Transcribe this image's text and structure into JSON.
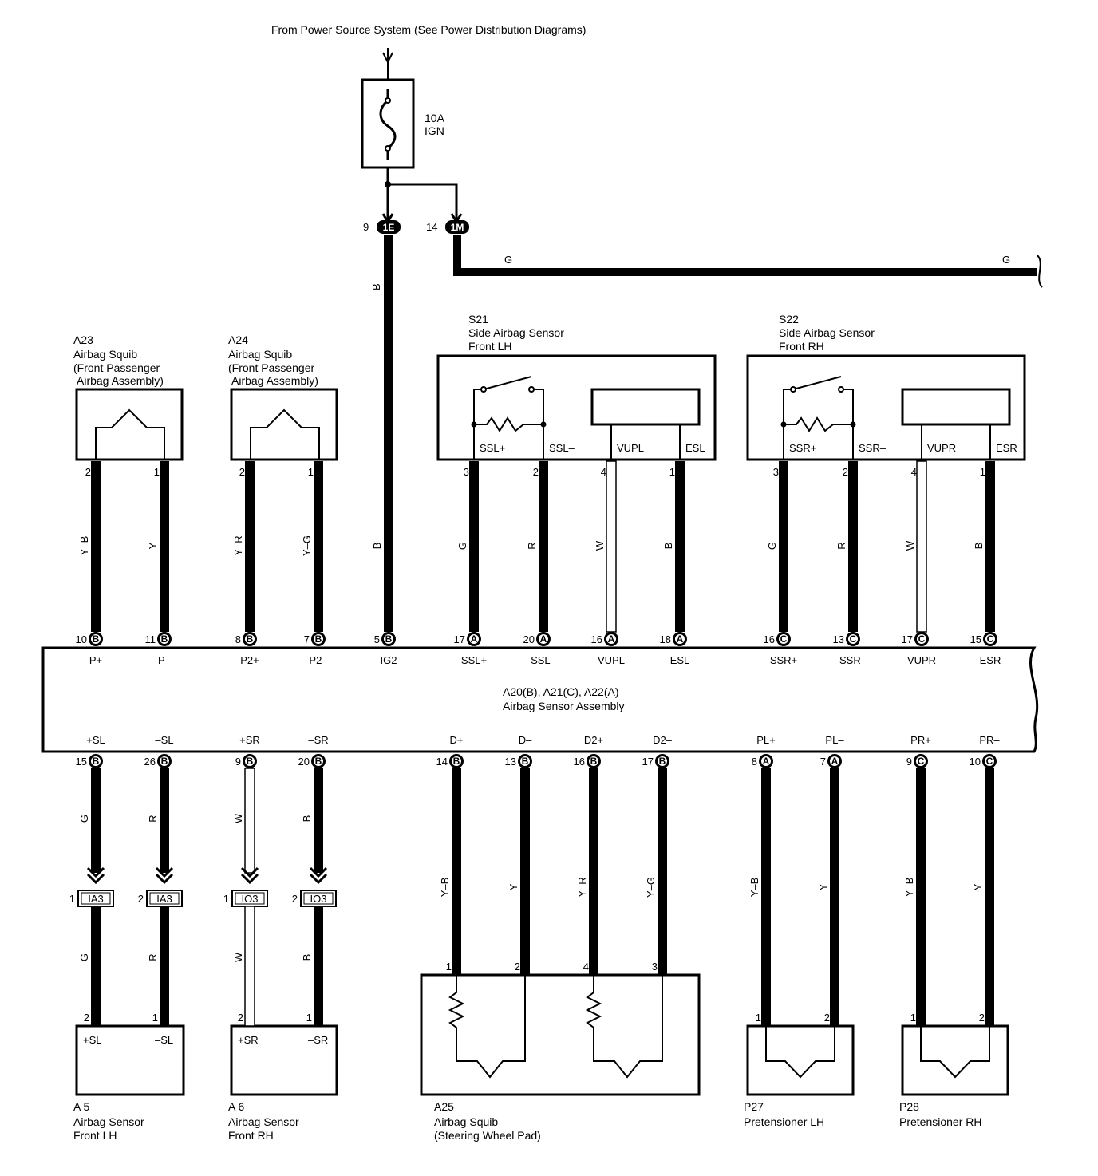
{
  "header": "From Power Source System (See Power Distribution Diagrams)",
  "fuse": {
    "rating": "10A",
    "name": "IGN"
  },
  "junctions": [
    {
      "pin": "9",
      "code": "1E"
    },
    {
      "pin": "14",
      "code": "1M"
    }
  ],
  "wire_g_labels": [
    "G",
    "G"
  ],
  "ig_wire_color": "B",
  "top_components": [
    {
      "id": "A23",
      "name": "Airbag Squib",
      "desc1": "(Front Passenger",
      "desc2": "Airbag Assembly)"
    },
    {
      "id": "A24",
      "name": "Airbag Squib",
      "desc1": "(Front Passenger",
      "desc2": "Airbag Assembly)"
    }
  ],
  "side_sensors": [
    {
      "id": "S21",
      "name": "Side Airbag Sensor",
      "pos": "Front LH",
      "terms": [
        "SSL+",
        "SSL–",
        "VUPL",
        "ESL"
      ]
    },
    {
      "id": "S22",
      "name": "Side Airbag Sensor",
      "pos": "Front RH",
      "terms": [
        "SSR+",
        "SSR–",
        "VUPR",
        "ESR"
      ]
    }
  ],
  "top_wires": [
    {
      "name": "a23-pin2",
      "pin": "2",
      "color": "Y–B",
      "ecu_pin": "10",
      "conn": "B",
      "term": "P+"
    },
    {
      "name": "a23-pin1",
      "pin": "1",
      "color": "Y",
      "ecu_pin": "11",
      "conn": "B",
      "term": "P–"
    },
    {
      "name": "a24-pin2",
      "pin": "2",
      "color": "Y–R",
      "ecu_pin": "8",
      "conn": "B",
      "term": "P2+"
    },
    {
      "name": "a24-pin1",
      "pin": "1",
      "color": "Y–G",
      "ecu_pin": "7",
      "conn": "B",
      "term": "P2–"
    },
    {
      "name": "ig2",
      "pin": "",
      "color": "B",
      "ecu_pin": "5",
      "conn": "B",
      "term": "IG2"
    },
    {
      "name": "s21-pin3",
      "pin": "3",
      "color": "G",
      "ecu_pin": "17",
      "conn": "A",
      "term": "SSL+"
    },
    {
      "name": "s21-pin2",
      "pin": "2",
      "color": "R",
      "ecu_pin": "20",
      "conn": "A",
      "term": "SSL–"
    },
    {
      "name": "s21-pin4",
      "pin": "4",
      "color": "W",
      "ecu_pin": "16",
      "conn": "A",
      "term": "VUPL"
    },
    {
      "name": "s21-pin1",
      "pin": "1",
      "color": "B",
      "ecu_pin": "18",
      "conn": "A",
      "term": "ESL"
    },
    {
      "name": "s22-pin3",
      "pin": "3",
      "color": "G",
      "ecu_pin": "16",
      "conn": "C",
      "term": "SSR+"
    },
    {
      "name": "s22-pin2",
      "pin": "2",
      "color": "R",
      "ecu_pin": "13",
      "conn": "C",
      "term": "SSR–"
    },
    {
      "name": "s22-pin4",
      "pin": "4",
      "color": "W",
      "ecu_pin": "17",
      "conn": "C",
      "term": "VUPR"
    },
    {
      "name": "s22-pin1",
      "pin": "1",
      "color": "B",
      "ecu_pin": "15",
      "conn": "C",
      "term": "ESR"
    }
  ],
  "ecu": {
    "line1": "A20(B), A21(C), A22(A)",
    "line2": "Airbag Sensor Assembly"
  },
  "bottom_wires": [
    {
      "name": "plus-sl",
      "term": "+SL",
      "ecu_pin": "15",
      "conn": "B",
      "color1": "G",
      "jpin": "1",
      "jcode": "IA3",
      "color2": "G",
      "dev_pin": "2"
    },
    {
      "name": "minus-sl",
      "term": "–SL",
      "ecu_pin": "26",
      "conn": "B",
      "color1": "R",
      "jpin": "2",
      "jcode": "IA3",
      "color2": "R",
      "dev_pin": "1"
    },
    {
      "name": "plus-sr",
      "term": "+SR",
      "ecu_pin": "9",
      "conn": "B",
      "color1": "W",
      "jpin": "1",
      "jcode": "IO3",
      "color2": "W",
      "dev_pin": "2"
    },
    {
      "name": "minus-sr",
      "term": "–SR",
      "ecu_pin": "20",
      "conn": "B",
      "color1": "B",
      "jpin": "2",
      "jcode": "IO3",
      "color2": "B",
      "dev_pin": "1"
    },
    {
      "name": "d-plus",
      "term": "D+",
      "ecu_pin": "14",
      "conn": "B",
      "color1": "Y–B",
      "dev_pin": "1"
    },
    {
      "name": "d-minus",
      "term": "D–",
      "ecu_pin": "13",
      "conn": "B",
      "color1": "Y",
      "dev_pin": "2"
    },
    {
      "name": "d2-plus",
      "term": "D2+",
      "ecu_pin": "16",
      "conn": "B",
      "color1": "Y–R",
      "dev_pin": "4"
    },
    {
      "name": "d2-minus",
      "term": "D2–",
      "ecu_pin": "17",
      "conn": "B",
      "color1": "Y–G",
      "dev_pin": "3"
    },
    {
      "name": "pl-plus",
      "term": "PL+",
      "ecu_pin": "8",
      "conn": "A",
      "color1": "Y–B",
      "dev_pin": "1"
    },
    {
      "name": "pl-minus",
      "term": "PL–",
      "ecu_pin": "7",
      "conn": "A",
      "color1": "Y",
      "dev_pin": "2"
    },
    {
      "name": "pr-plus",
      "term": "PR+",
      "ecu_pin": "9",
      "conn": "C",
      "color1": "Y–B",
      "dev_pin": "1"
    },
    {
      "name": "pr-minus",
      "term": "PR–",
      "ecu_pin": "10",
      "conn": "C",
      "color1": "Y",
      "dev_pin": "2"
    }
  ],
  "bottom_components": [
    {
      "id": "A 5",
      "name": "Airbag Sensor",
      "desc": "Front LH",
      "terms": [
        "+SL",
        "–SL"
      ]
    },
    {
      "id": "A 6",
      "name": "Airbag Sensor",
      "desc": "Front RH",
      "terms": [
        "+SR",
        "–SR"
      ]
    },
    {
      "id": "A25",
      "name": "Airbag Squib",
      "desc": "(Steering Wheel Pad)"
    },
    {
      "id": "P27",
      "name": "Pretensioner LH"
    },
    {
      "id": "P28",
      "name": "Pretensioner RH"
    }
  ]
}
